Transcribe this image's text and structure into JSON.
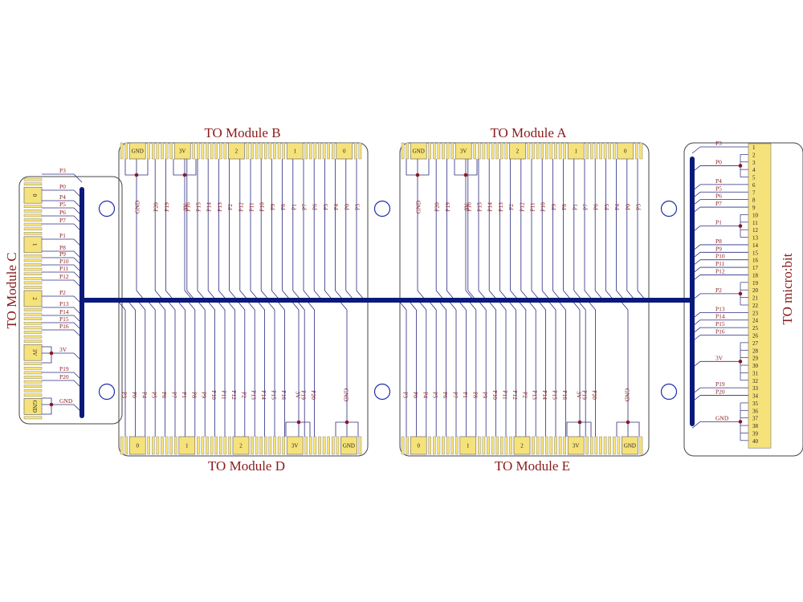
{
  "labels": {
    "module_a": "TO Module A",
    "module_b": "TO Module B",
    "module_c": "TO Module C",
    "module_d": "TO Module D",
    "module_e": "TO Module E",
    "microbit": "TO micro:bit"
  },
  "pad_labels": [
    "GND",
    "3V",
    "2",
    "1",
    "0"
  ],
  "top_signals": [
    "GND",
    "P20",
    "P19",
    "3V",
    "P16",
    "P15",
    "P14",
    "P13",
    "P2",
    "P12",
    "P11",
    "P10",
    "P9",
    "P8",
    "P1",
    "P7",
    "P6",
    "P5",
    "P4",
    "P0",
    "P3"
  ],
  "bottom_signals": [
    "P3",
    "P0",
    "P4",
    "P5",
    "P6",
    "P7",
    "P1",
    "P8",
    "P9",
    "P10",
    "P11",
    "P12",
    "P2",
    "P13",
    "P14",
    "P15",
    "P16",
    "3V",
    "P19",
    "P20",
    "GND"
  ],
  "bottom_pads": [
    "0",
    "1",
    "2",
    "3V",
    "GND"
  ],
  "left_signals": [
    "P3",
    "P0",
    "P4",
    "P5",
    "P6",
    "P7",
    "P1",
    "P8",
    "P9",
    "P10",
    "P11",
    "P12",
    "P2",
    "P13",
    "P14",
    "P15",
    "P16",
    "3V",
    "P19",
    "P20",
    "GND"
  ],
  "left_pads": [
    "0",
    "1",
    "2",
    "3V",
    "GND"
  ],
  "microbit_pins": [
    "1",
    "2",
    "3",
    "4",
    "5",
    "6",
    "7",
    "8",
    "9",
    "10",
    "11",
    "12",
    "13",
    "14",
    "15",
    "16",
    "17",
    "18",
    "19",
    "20",
    "21",
    "22",
    "23",
    "24",
    "25",
    "26",
    "27",
    "28",
    "29",
    "30",
    "31",
    "32",
    "33",
    "34",
    "35",
    "36",
    "37",
    "38",
    "39",
    "40"
  ],
  "microbit_signals": [
    {
      "label": "P3",
      "pins": [
        1
      ]
    },
    {
      "label": "P0",
      "pins": [
        2,
        3,
        4,
        5
      ]
    },
    {
      "label": "P4",
      "pins": [
        6
      ]
    },
    {
      "label": "P5",
      "pins": [
        7
      ]
    },
    {
      "label": "P6",
      "pins": [
        8
      ]
    },
    {
      "label": "P7",
      "pins": [
        9
      ]
    },
    {
      "label": "P1",
      "pins": [
        10,
        11,
        12,
        13
      ]
    },
    {
      "label": "P8",
      "pins": [
        14
      ]
    },
    {
      "label": "P9",
      "pins": [
        15
      ]
    },
    {
      "label": "P10",
      "pins": [
        16
      ]
    },
    {
      "label": "P11",
      "pins": [
        17
      ]
    },
    {
      "label": "P12",
      "pins": [
        18
      ]
    },
    {
      "label": "P2",
      "pins": [
        19,
        20,
        21,
        22
      ]
    },
    {
      "label": "P13",
      "pins": [
        23
      ]
    },
    {
      "label": "P14",
      "pins": [
        24
      ]
    },
    {
      "label": "P15",
      "pins": [
        25
      ]
    },
    {
      "label": "P16",
      "pins": [
        26
      ]
    },
    {
      "label": "3V",
      "pins": [
        27,
        28,
        29,
        30,
        31,
        32
      ]
    },
    {
      "label": "P19",
      "pins": [
        33
      ]
    },
    {
      "label": "P20",
      "pins": [
        34
      ]
    },
    {
      "label": "GND",
      "pins": [
        35,
        36,
        37,
        38,
        39,
        40
      ]
    }
  ],
  "colors": {
    "bus": "#0b1a7a",
    "wire": "#2b2b80",
    "text": "#8b1a1a",
    "pad_fill": "#f6e27a",
    "outline": "#444444",
    "hole": "#1f2fa8",
    "junction": "#8b1a1a"
  }
}
